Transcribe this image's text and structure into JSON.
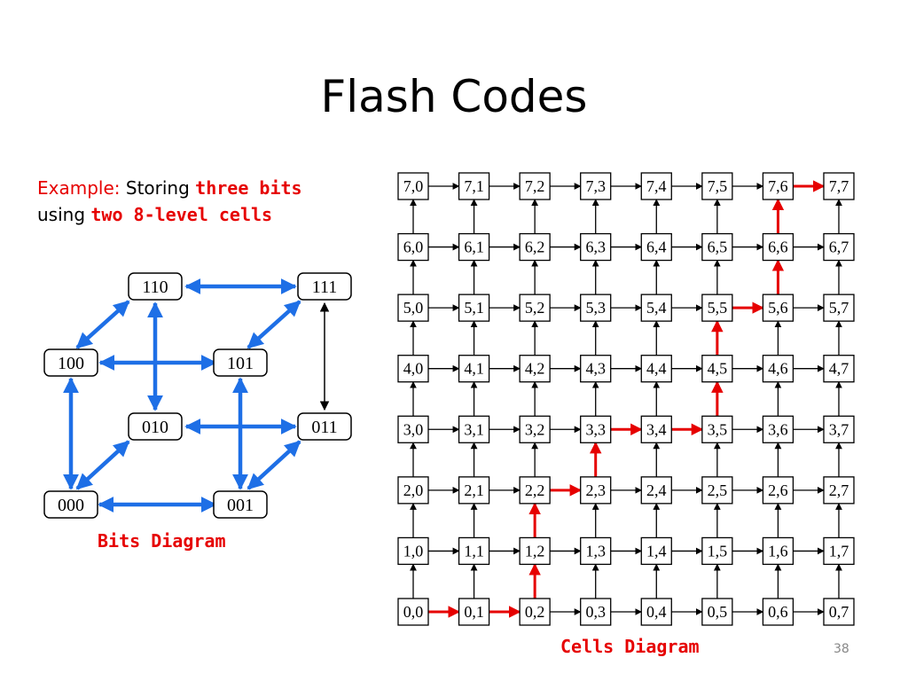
{
  "slide": {
    "title": "Flash Codes",
    "page_number": "38"
  },
  "example": {
    "prefix": "Example:",
    "storing": " Storing ",
    "three_bits": "three bits",
    "using": "using ",
    "two_cells": "two 8-level cells"
  },
  "bits_diagram": {
    "caption": "Bits Diagram",
    "nodes": [
      "110",
      "111",
      "100",
      "101",
      "010",
      "011",
      "000",
      "001"
    ],
    "blue_color": "#1e6fe6"
  },
  "cells_diagram": {
    "caption": "Cells Diagram",
    "levels": 8,
    "highlight_color": "#e60000",
    "highlight_path": [
      "0,0",
      "0,1",
      "0,2",
      "1,2",
      "2,2",
      "2,3",
      "3,3",
      "3,4",
      "3,5",
      "4,5",
      "5,5",
      "5,6",
      "6,6",
      "7,6",
      "7,7"
    ]
  }
}
